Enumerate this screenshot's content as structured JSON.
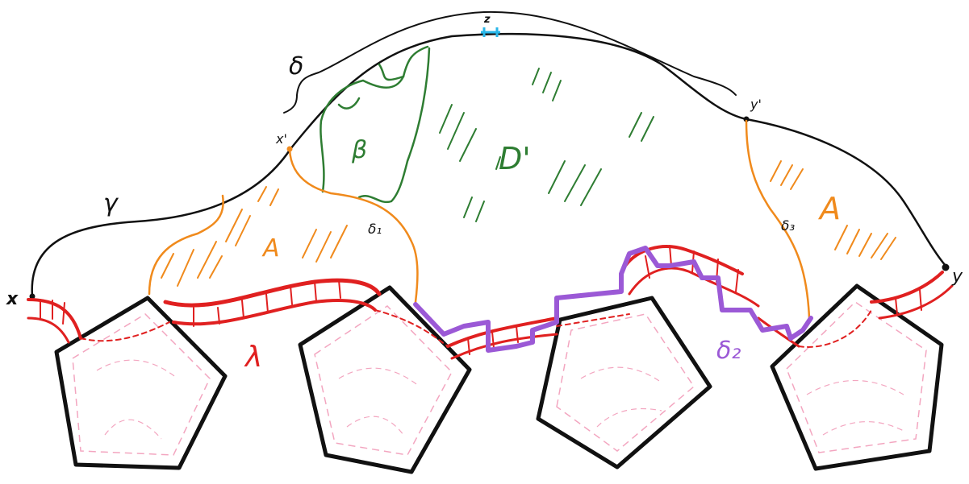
{
  "labels": {
    "x": "x",
    "y": "y",
    "x_prime": "x'",
    "y_prime": "y'",
    "z": "z",
    "gamma": "γ",
    "delta": "δ",
    "beta": "β",
    "d_prime": "D'",
    "a_left": "A",
    "a_right": "A",
    "delta_1": "δ₁",
    "delta_2": "δ₂",
    "delta_3": "δ₃",
    "lambda": "λ"
  },
  "colors": {
    "curve": "#111111",
    "red": "#e02020",
    "orange": "#f08a1c",
    "green": "#2e7d32",
    "purple": "#9b59d6",
    "cyan": "#29b6e8",
    "pink": "#f3a6c0"
  }
}
